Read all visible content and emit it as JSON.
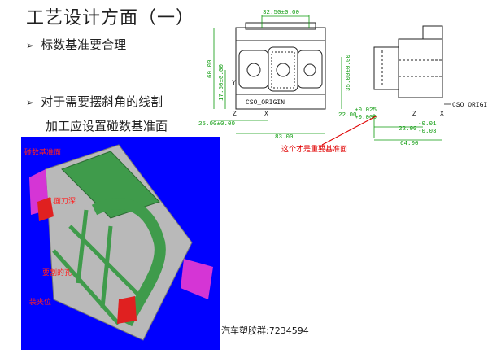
{
  "slide": {
    "title": "工艺设计方面（一）",
    "bullets": [
      {
        "marker": "➢",
        "text": "标数基准要合理"
      },
      {
        "marker": "➢",
        "text": "对于需要摆斜角的线割",
        "cont": "加工应设置碰数基准面"
      }
    ],
    "footer": "汽车塑胶群:7234594"
  },
  "drawing": {
    "dims_top": "32.50±0.00",
    "dims_left_outer": "60.00",
    "dims_left_inner": "17.50±0.00",
    "dims_right": "35.00±0.00",
    "dims_bottom_small": "25.00±0.00",
    "dims_bottom": "83.00",
    "origin_left": "CSO_ORIGIN",
    "origin_right": "CSO_ORIGI",
    "dim_side_a": "22.00",
    "dim_side_a_tol_up": "+0.025",
    "dim_side_a_tol_dn": "+0.000",
    "dim_side_b": "22.00",
    "dim_side_b_tol_up": "-0.01",
    "dim_side_b_tol_dn": "-0.03",
    "dim_side_total": "64.00",
    "axis_x": "X",
    "axis_y": "Y",
    "axis_z": "Z",
    "note": "这个才是重要基准面"
  },
  "cad_labels": {
    "datum": "碰数基准面",
    "l_corner": "L面刀深",
    "hole": "要割的孔",
    "clamp": "装夹位"
  },
  "colors": {
    "accent_green": "#0a9a0a",
    "note_red": "#e00000",
    "cad_bg": "#0000ff",
    "part_green": "#3f9b4b",
    "part_gray": "#b9b9b9",
    "magenta": "#d535d5"
  }
}
